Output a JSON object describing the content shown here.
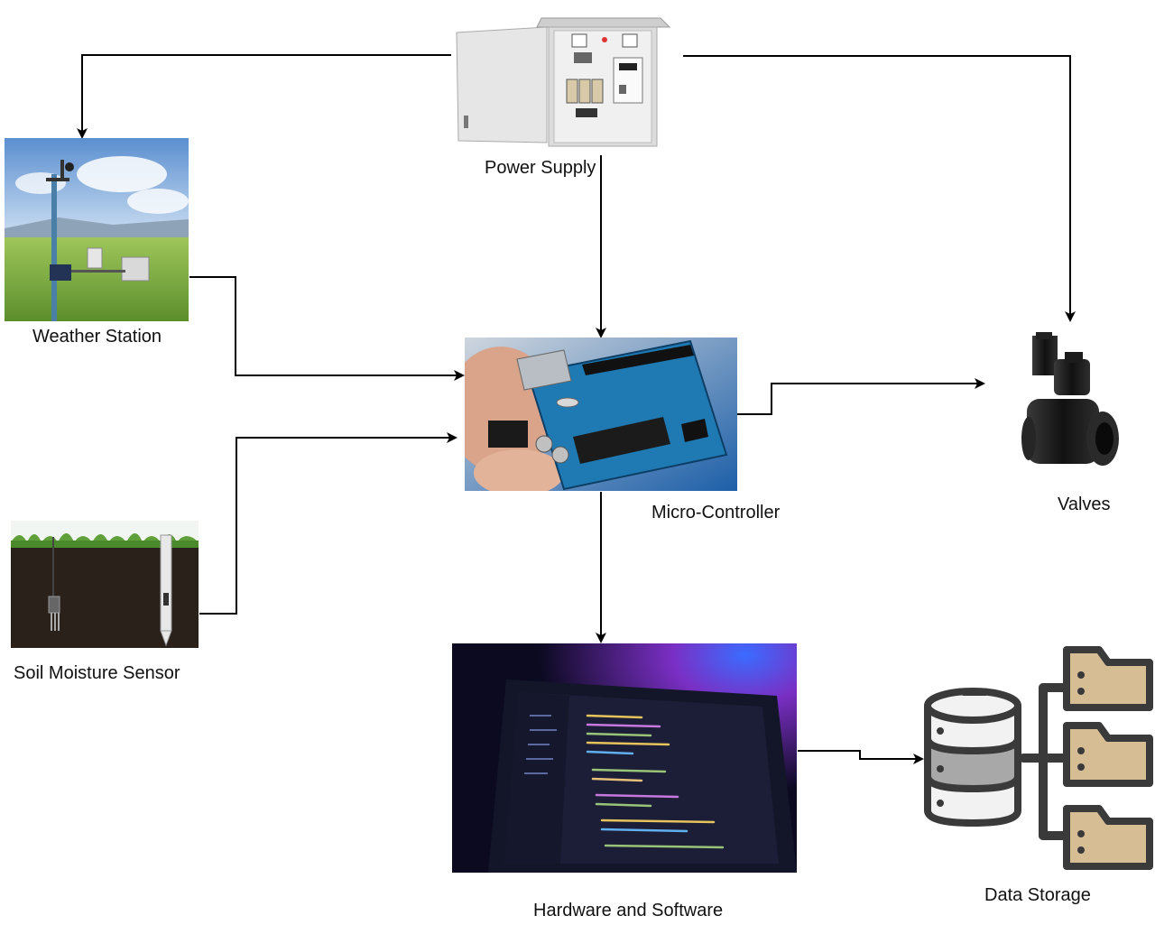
{
  "diagram": {
    "nodes": {
      "power_supply": {
        "label": "Power Supply"
      },
      "weather_station": {
        "label": "Weather Station"
      },
      "soil_moisture_sensor": {
        "label": "Soil Moisture Sensor"
      },
      "micro_controller": {
        "label": "Micro-Controller"
      },
      "valves": {
        "label": "Valves"
      },
      "hardware_software": {
        "label": "Hardware and Software"
      },
      "data_storage": {
        "label": "Data Storage"
      }
    },
    "edges": [
      {
        "from": "power_supply",
        "to": "weather_station"
      },
      {
        "from": "power_supply",
        "to": "micro_controller"
      },
      {
        "from": "power_supply",
        "to": "valves"
      },
      {
        "from": "weather_station",
        "to": "micro_controller"
      },
      {
        "from": "soil_moisture_sensor",
        "to": "micro_controller"
      },
      {
        "from": "micro_controller",
        "to": "valves"
      },
      {
        "from": "micro_controller",
        "to": "hardware_software"
      },
      {
        "from": "hardware_software",
        "to": "data_storage"
      }
    ]
  }
}
